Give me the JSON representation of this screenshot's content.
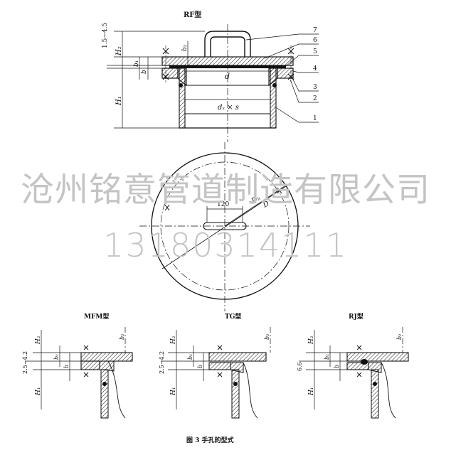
{
  "titles": {
    "rf": "RF型",
    "mfm": "MFM型",
    "tg": "TG型",
    "rj": "RJ型"
  },
  "rf": {
    "dim_gap": "1.5~4.5",
    "dim_H2": "H₂",
    "dim_b2": "b₂",
    "dim_b1": "b₁",
    "dim_b": "b",
    "dim_H1": "H₁",
    "dim_d": "d",
    "dim_dw_s": "dₓ × s",
    "leaders": [
      "7",
      "6",
      "5",
      "4",
      "3",
      "2",
      "1"
    ]
  },
  "plan": {
    "dim_120": "120",
    "dim_Db": "Dₕ",
    "dim_D": "D"
  },
  "mfm": {
    "gap": "2.5~4.2",
    "H2": "H₂",
    "H1": "H₁",
    "b1": "b₁",
    "b": "b",
    "b2": "b₂"
  },
  "tg": {
    "gap": "2.5~4.2",
    "H2": "H₂",
    "H1": "H₁",
    "b1": "b₁",
    "b": "b",
    "b2": "b₂"
  },
  "rj": {
    "gap": "6.6",
    "H2": "H₂",
    "H1": "H₁",
    "b1": "b₁",
    "b": "b",
    "b2": "b₂"
  },
  "caption": "图 3   手孔的型式",
  "watermark": {
    "company": "沧州铭意管道制造有限公司",
    "phone": "13180314111"
  }
}
